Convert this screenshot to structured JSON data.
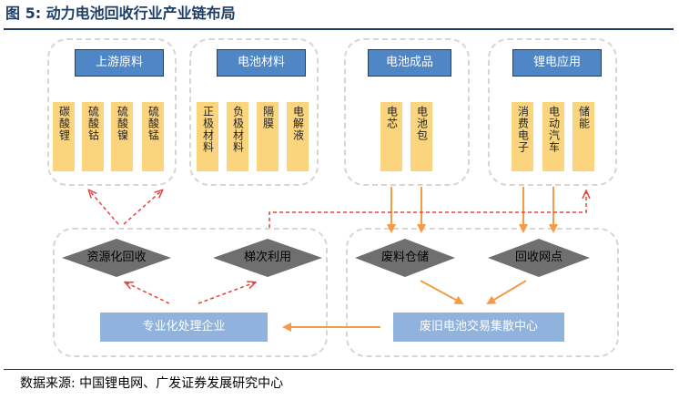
{
  "figure": {
    "title": "图 5: 动力电池回收行业产业链布局",
    "source": "数据来源: 中国锂电网、广发证券发展研究中心"
  },
  "categories": [
    {
      "header": "上游原料",
      "items": [
        "碳酸锂",
        "硫酸钴",
        "硫酸镍",
        "硫酸锰"
      ]
    },
    {
      "header": "电池材料",
      "items": [
        "正极材料",
        "负极材料",
        "隔膜",
        "电解液"
      ]
    },
    {
      "header": "电池成品",
      "items": [
        "电芯",
        "电池包"
      ]
    },
    {
      "header": "锂电应用",
      "items": [
        "消费电子",
        "电动汽车",
        "储能"
      ]
    }
  ],
  "nodes": {
    "resource_recycle": "资源化回收",
    "cascade_use": "梯次利用",
    "waste_storage": "废料仓储",
    "recycle_outlets": "回收网点",
    "specialized_enterprise": "专业化处理企业",
    "trading_center": "废旧电池交易集散中心"
  },
  "colors": {
    "header_blue": "#4f86c6",
    "item_yellow": "#fbd57e",
    "process_blue": "#8fb3dc",
    "diamond_gray": "#6f6f6f",
    "arrow_orange": "#f39b45",
    "arrow_red": "#e5433b",
    "dashed_border": "#d9d6cf"
  }
}
